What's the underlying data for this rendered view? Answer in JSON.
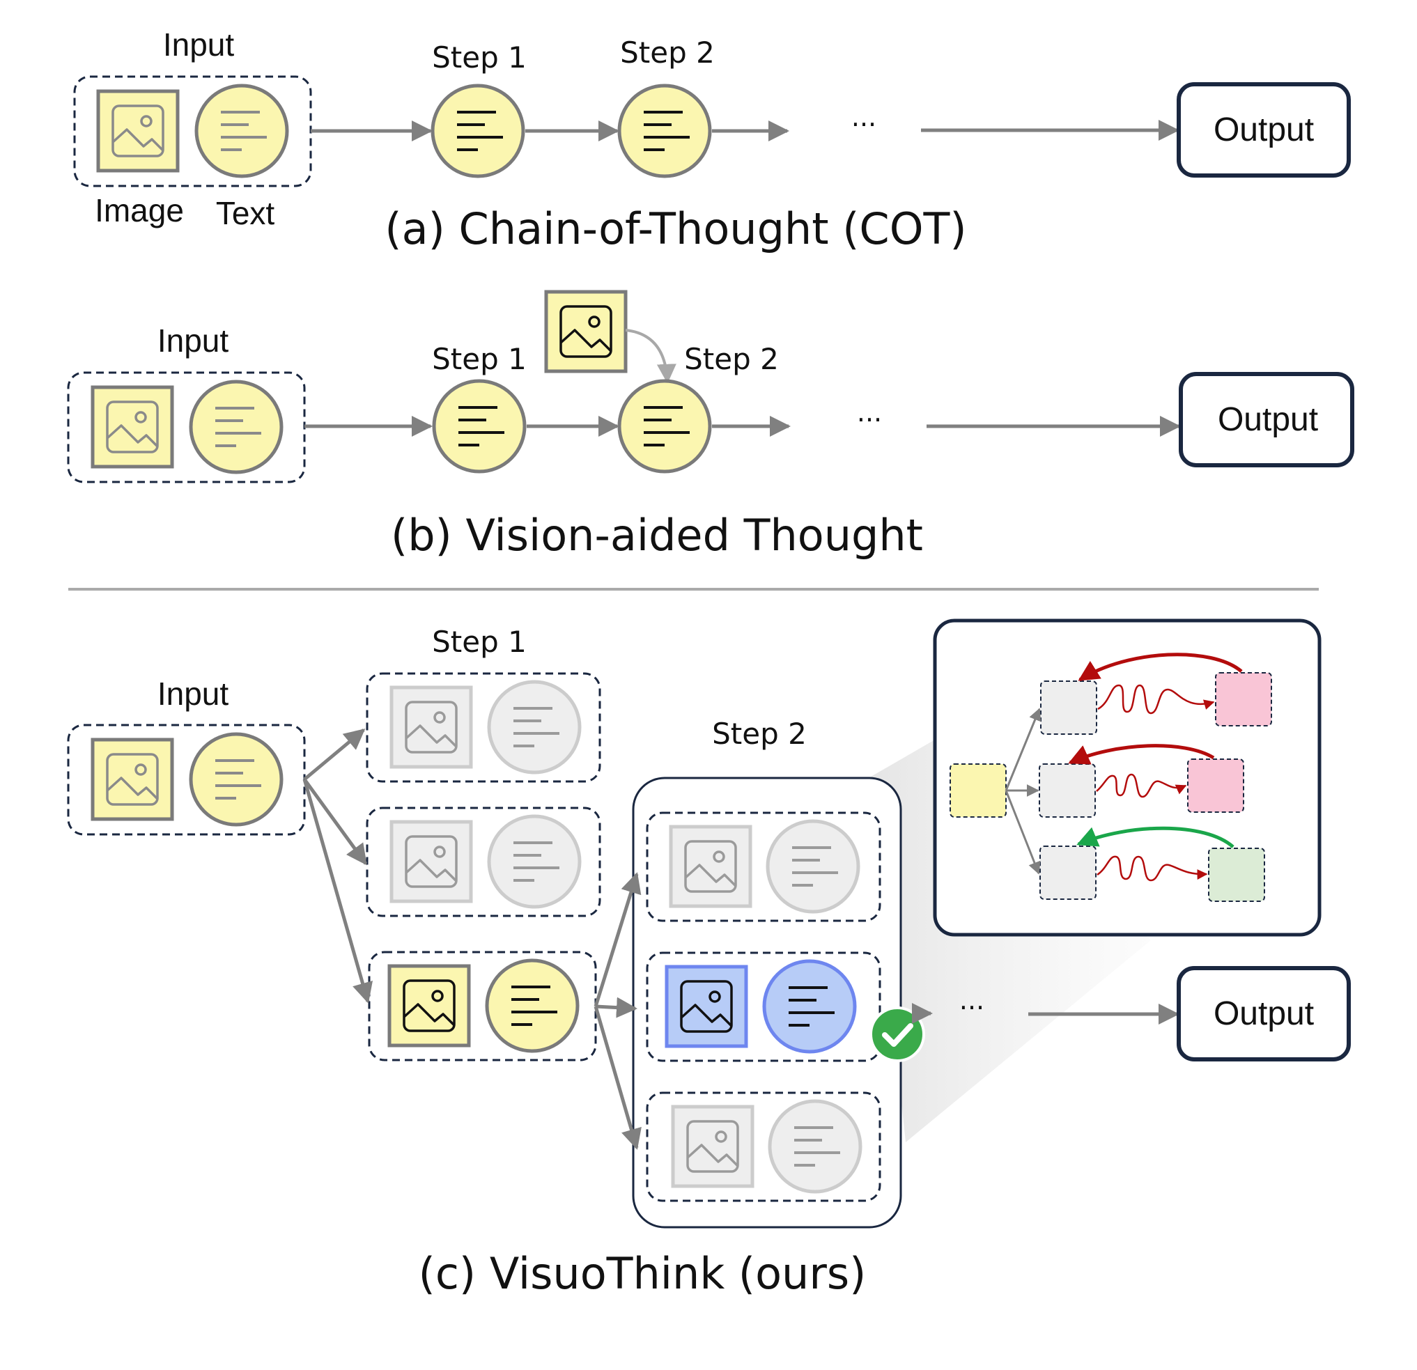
{
  "colors": {
    "yellow": "#fbf6b0",
    "yellow_stroke": "#7a7a7a",
    "gray_fill": "#eeeeee",
    "gray_stroke": "#c8c8c8",
    "blue_fill": "#b7ccf7",
    "blue_stroke": "#6e86ef",
    "navy": "#1a2740",
    "arrow": "#808080",
    "red_arrow": "#b30c0c",
    "green_arrow": "#1aa64a",
    "check_green": "#3aaa4a",
    "pink": "#f9c5d6",
    "light_green": "#dcecd6",
    "light_gray": "#eeeeee"
  },
  "panel_a": {
    "input_label": "Input",
    "image_label": "Image",
    "text_label": "Text",
    "step1_label": "Step 1",
    "step2_label": "Step 2",
    "ellipsis": "···",
    "output_label": "Output",
    "caption": "(a) Chain-of-Thought (COT)"
  },
  "panel_b": {
    "input_label": "Input",
    "step1_label": "Step 1",
    "step2_label": "Step 2",
    "ellipsis": "···",
    "output_label": "Output",
    "caption": "(b) Vision-aided Thought"
  },
  "panel_c": {
    "input_label": "Input",
    "step1_label": "Step 1",
    "step2_label": "Step 2",
    "ellipsis": "···",
    "output_label": "Output",
    "caption": "(c) VisuoThink (ours)",
    "check_icon": "check-circle-icon"
  }
}
